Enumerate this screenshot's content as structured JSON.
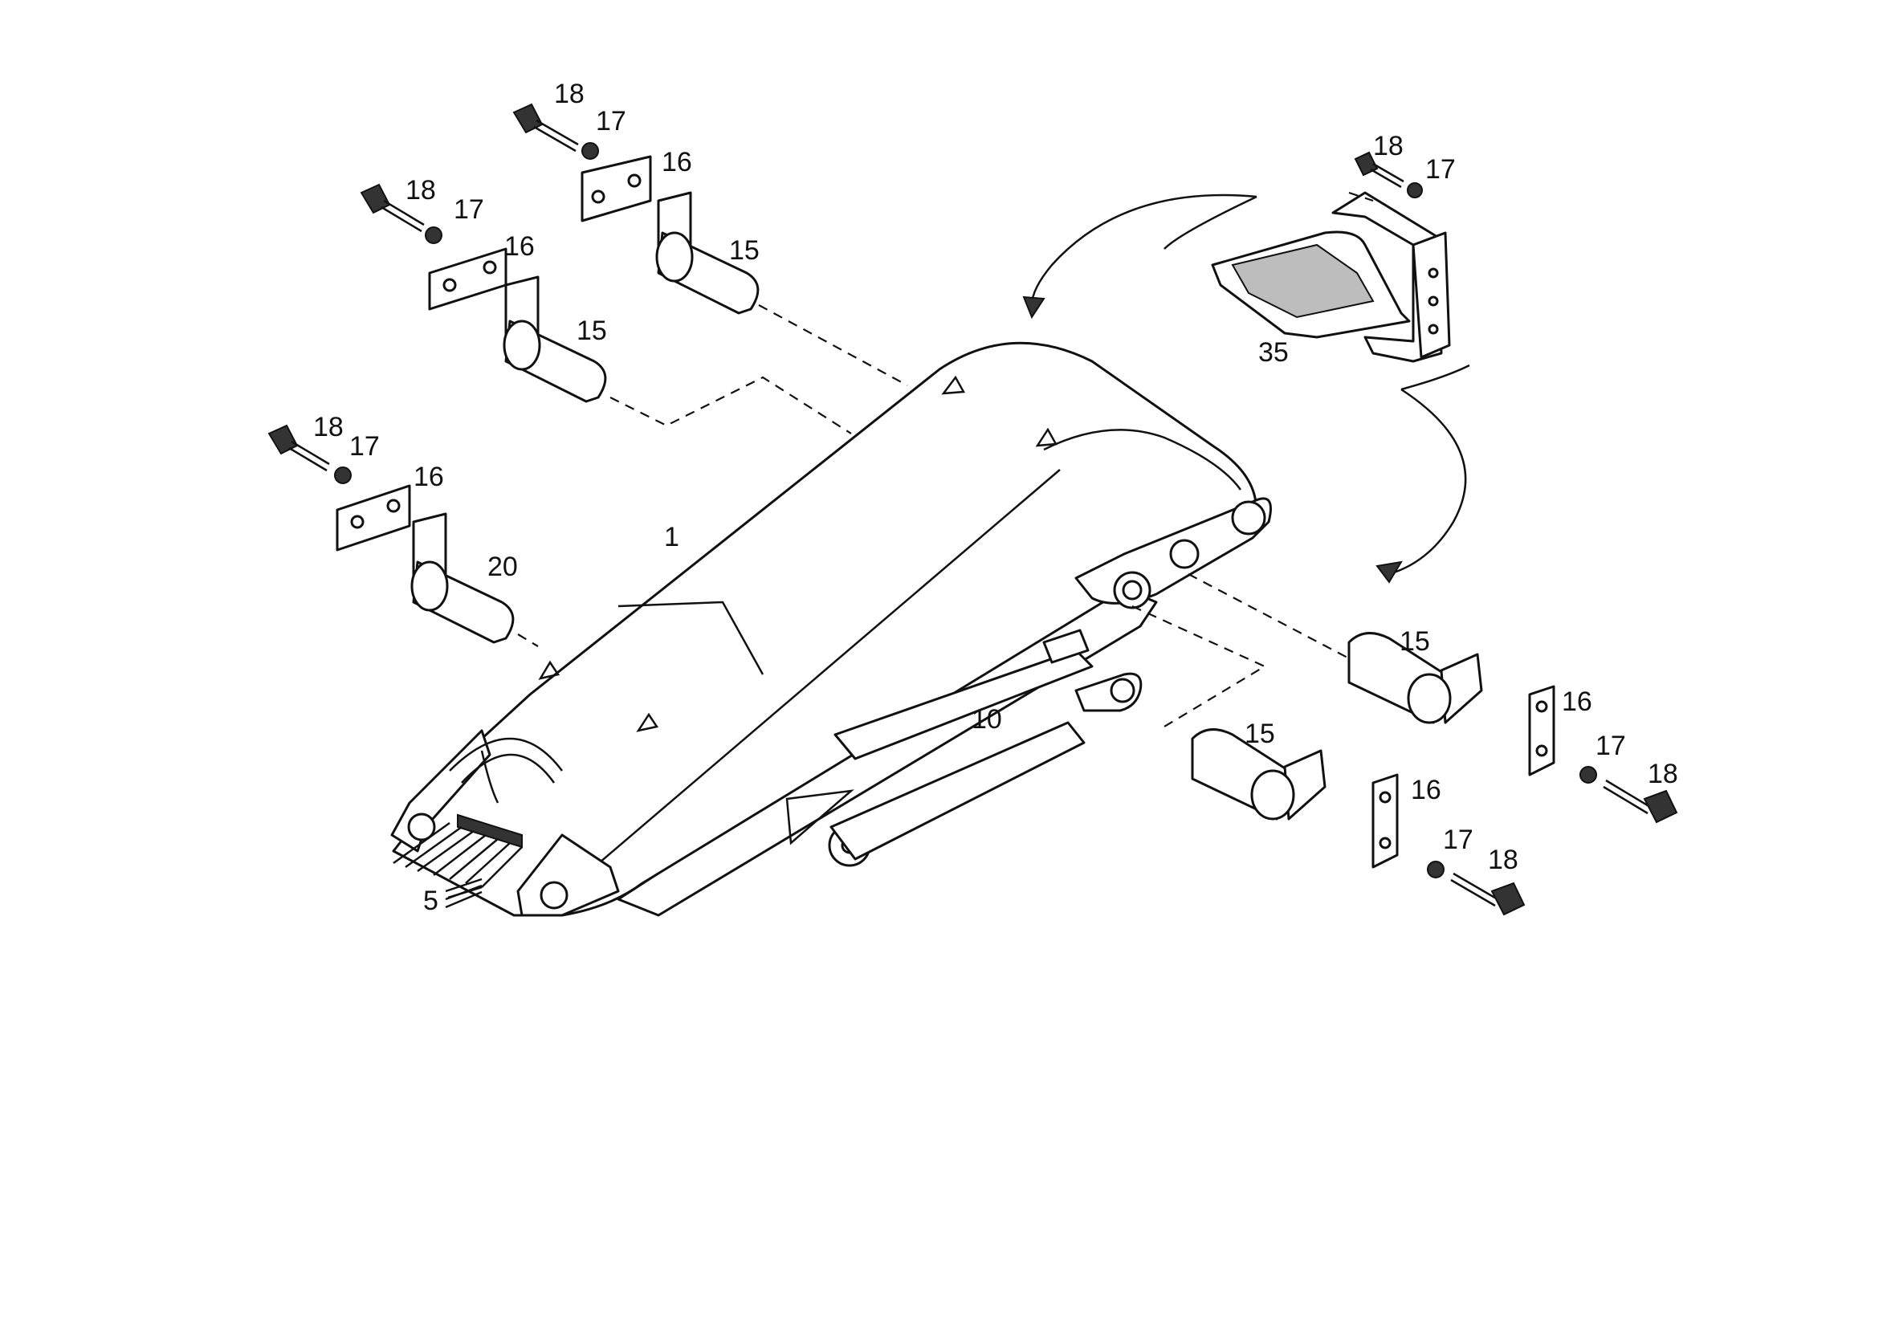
{
  "callouts": {
    "boom": "1",
    "wiring": "5",
    "cylinder": "10",
    "pin_a": "15",
    "pin_b": "15",
    "pin_c": "15",
    "pin_d": "15",
    "pin_small": "20",
    "step": "35",
    "plate_a": "16",
    "plate_b": "16",
    "plate_c": "16",
    "plate_d": "16",
    "plate_e": "16",
    "washer_a": "17",
    "washer_b": "17",
    "washer_c": "17",
    "washer_d": "17",
    "washer_e": "17",
    "washer_f": "17",
    "bolt_a": "18",
    "bolt_b": "18",
    "bolt_c": "18",
    "bolt_d": "18",
    "bolt_e": "18",
    "bolt_f": "18"
  }
}
